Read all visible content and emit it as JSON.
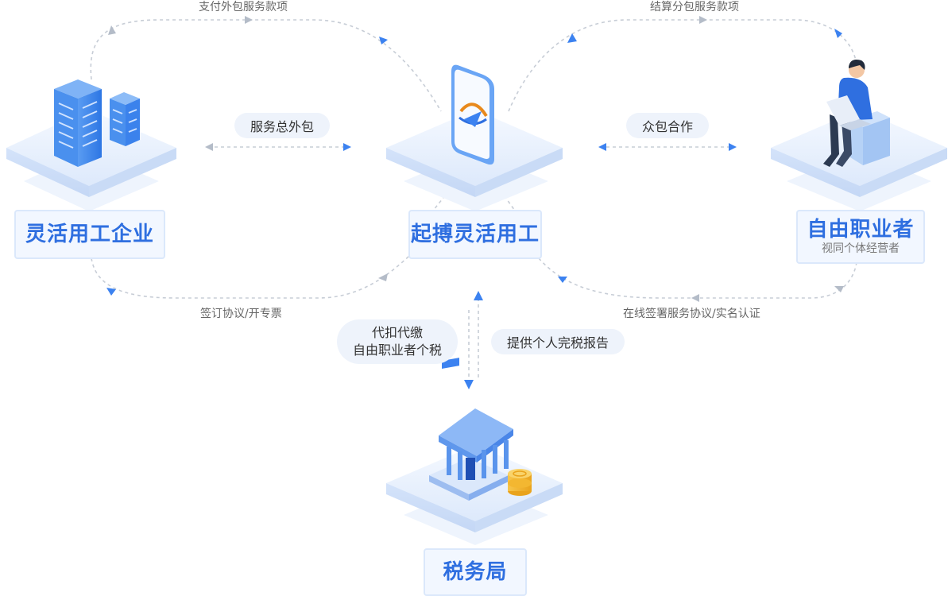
{
  "nodes": {
    "enterprise": {
      "name": "灵活用工企业"
    },
    "platform": {
      "name": "起搏灵活用工"
    },
    "freelancer": {
      "name": "自由职业者",
      "subtitle": "视同个体经营者"
    },
    "tax_bureau": {
      "name": "税务局"
    }
  },
  "flows": {
    "pay_outsourcing": "支付外包服务款项",
    "settle_subcontract": "结算分包服务款项",
    "sign_invoice": "签订协议/开专票",
    "online_sign": "在线签署服务协议/实名认证"
  },
  "pills": {
    "service_outsourcing": "服务总外包",
    "crowdsourcing": "众包合作",
    "withhold_line1": "代扣代缴",
    "withhold_line2": "自由职业者个税",
    "tax_report": "提供个人完税报告"
  },
  "icons": {
    "enterprise": "building-icon",
    "platform": "phone-app-icon",
    "freelancer": "person-laptop-icon",
    "tax_bureau": "bank-building-icon",
    "coins": "coins-icon"
  },
  "colors": {
    "brand": "#2f6fe0",
    "arrow_blue": "#3c82f0",
    "arrow_gray": "#b4bcc8",
    "dash": "#c7cdd6"
  }
}
